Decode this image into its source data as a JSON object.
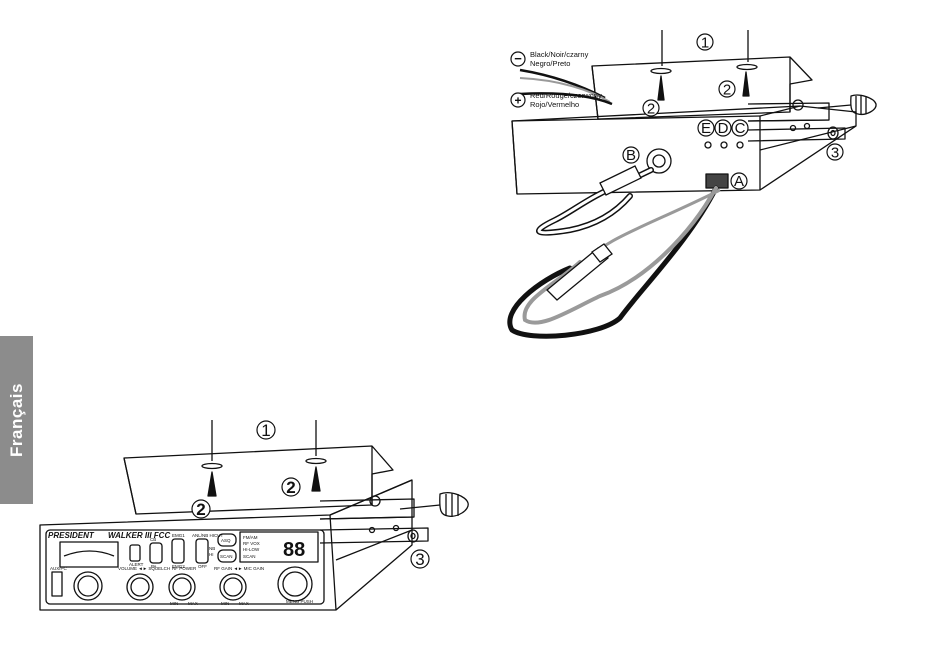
{
  "sidebar": {
    "language": "Français"
  },
  "diagram_top": {
    "wire_black_label_1": "Black/Noir/czarny",
    "wire_black_label_2": "Negro/Preto",
    "wire_red_label_1": "Red/Rouge/czerwony",
    "wire_red_label_2": "Rojo/Vermelho",
    "minus_symbol": "−",
    "plus_symbol": "+",
    "callout_1": "1",
    "callout_2a": "2",
    "callout_2b": "2",
    "callout_3": "3",
    "label_a": "A",
    "label_b": "B",
    "label_c": "C",
    "label_d": "D",
    "label_e": "E"
  },
  "diagram_bottom": {
    "callout_1": "1",
    "callout_2a": "2",
    "callout_2b": "2",
    "callout_3": "3",
    "brand": "PRESIDENT",
    "model": "WALKER III FCC",
    "aux_label": "AUX/PC",
    "display_digits": "88",
    "display_text_1": "FM/AM",
    "display_text_2": "RF VOX",
    "display_text_3": "HI-LOW",
    "display_text_4": "SCAN",
    "knob_label_volume": "VOLUME ◄► SQUELCH",
    "knob_label_rfpower": "RF POWER",
    "knob_label_rfgain": "RF GAIN ◄► MIC GAIN",
    "knob_label_menu": "MENU PUSH",
    "btn_cb": "CB",
    "btn_pa": "PA",
    "btn_emg1": "EMG1",
    "btn_emg2": "EMG2",
    "btn_anl": "ANL/NB HICUT",
    "btn_off": "OFF",
    "btn_nb": "NB",
    "btn_hi": "HI",
    "btn_alert": "ALERT",
    "btn_asq": "ASQ",
    "btn_scan": "SCAN",
    "min_1": "MIN",
    "max_1": "MAX",
    "min_2": "MIN",
    "max_2": "MAX"
  },
  "colors": {
    "tab_background": "#8c8c8c",
    "line": "#111111",
    "wire_gray": "#9a9a9a"
  }
}
